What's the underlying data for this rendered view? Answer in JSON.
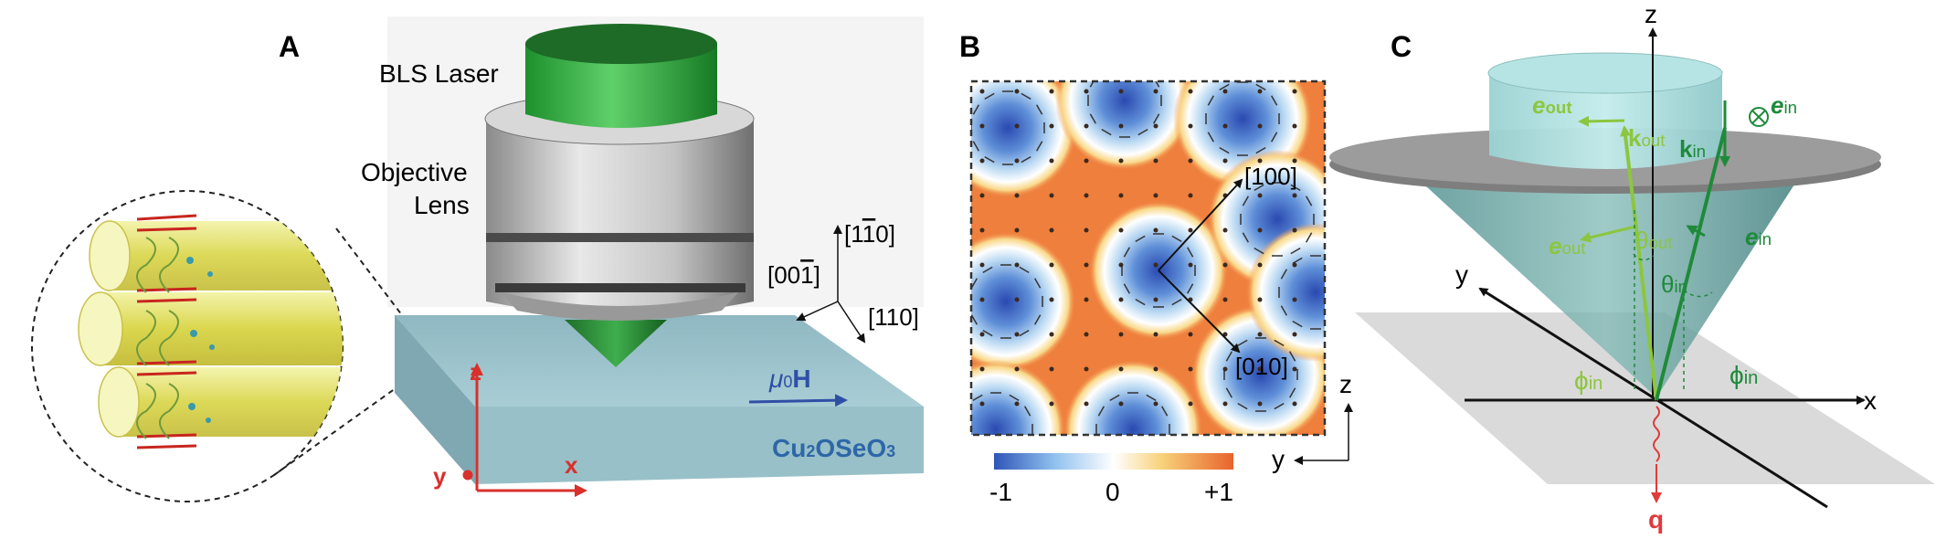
{
  "panels": {
    "a": {
      "label": "A"
    },
    "b": {
      "label": "B"
    },
    "c": {
      "label": "C"
    }
  },
  "panel_a": {
    "laser_label": "BLS Laser",
    "lens_label_line1": "Objective",
    "lens_label_line2": "Lens",
    "axis_1m10": "[1",
    "axis_1m10_bar": "1",
    "axis_1m10_end": "0]",
    "axis_00m1": "[00",
    "axis_00m1_bar": "1",
    "axis_00m1_end": "]",
    "axis_110": "[110]",
    "field_mu": "μ",
    "field_sub": "0",
    "field_h": "H",
    "material_main": "Cu",
    "material_2": "2",
    "material_ose": "OSeO",
    "material_3": "3",
    "frame_z": "z",
    "frame_x": "x",
    "frame_y": "y",
    "colors": {
      "laser_green": "#2fae3c",
      "slab": "#9fc7d0",
      "frame_red": "#d9302b",
      "field_blue": "#2f4fa6"
    }
  },
  "panel_b": {
    "dir_100": "[100]",
    "dir_010": "[010]",
    "axis_z": "z",
    "axis_y": "y",
    "colorbar": {
      "min_label": "-1",
      "mid_label": "0",
      "max_label": "+1",
      "min_color": "#2f55b8",
      "mid_color": "#ffffff",
      "max_color": "#e8642c"
    }
  },
  "panel_c": {
    "axis_z": "z",
    "axis_x": "x",
    "axis_y": "y",
    "e_out_top": "e",
    "e_out_top_sub": "out",
    "e_in_top": "e",
    "e_in_top_sub": "in",
    "k_out": "k",
    "k_out_sub": "out",
    "k_in": "k",
    "k_in_sub": "in",
    "e_out_mid": "e",
    "e_out_mid_sub": "out",
    "e_in_mid": "e",
    "e_in_mid_sub": "in",
    "theta_out": "θ",
    "theta_out_sub": "out",
    "theta_in": "θ",
    "theta_in_sub": "in",
    "phi_in_left": "ϕ",
    "phi_in_left_sub": "in",
    "phi_in_right": "ϕ",
    "phi_in_right_sub": "in",
    "q": "q",
    "colors": {
      "light_green": "#8cc63f",
      "dark_green": "#1f8a3a",
      "q_red": "#e03a3a",
      "lens": "#a6dcdc"
    }
  }
}
